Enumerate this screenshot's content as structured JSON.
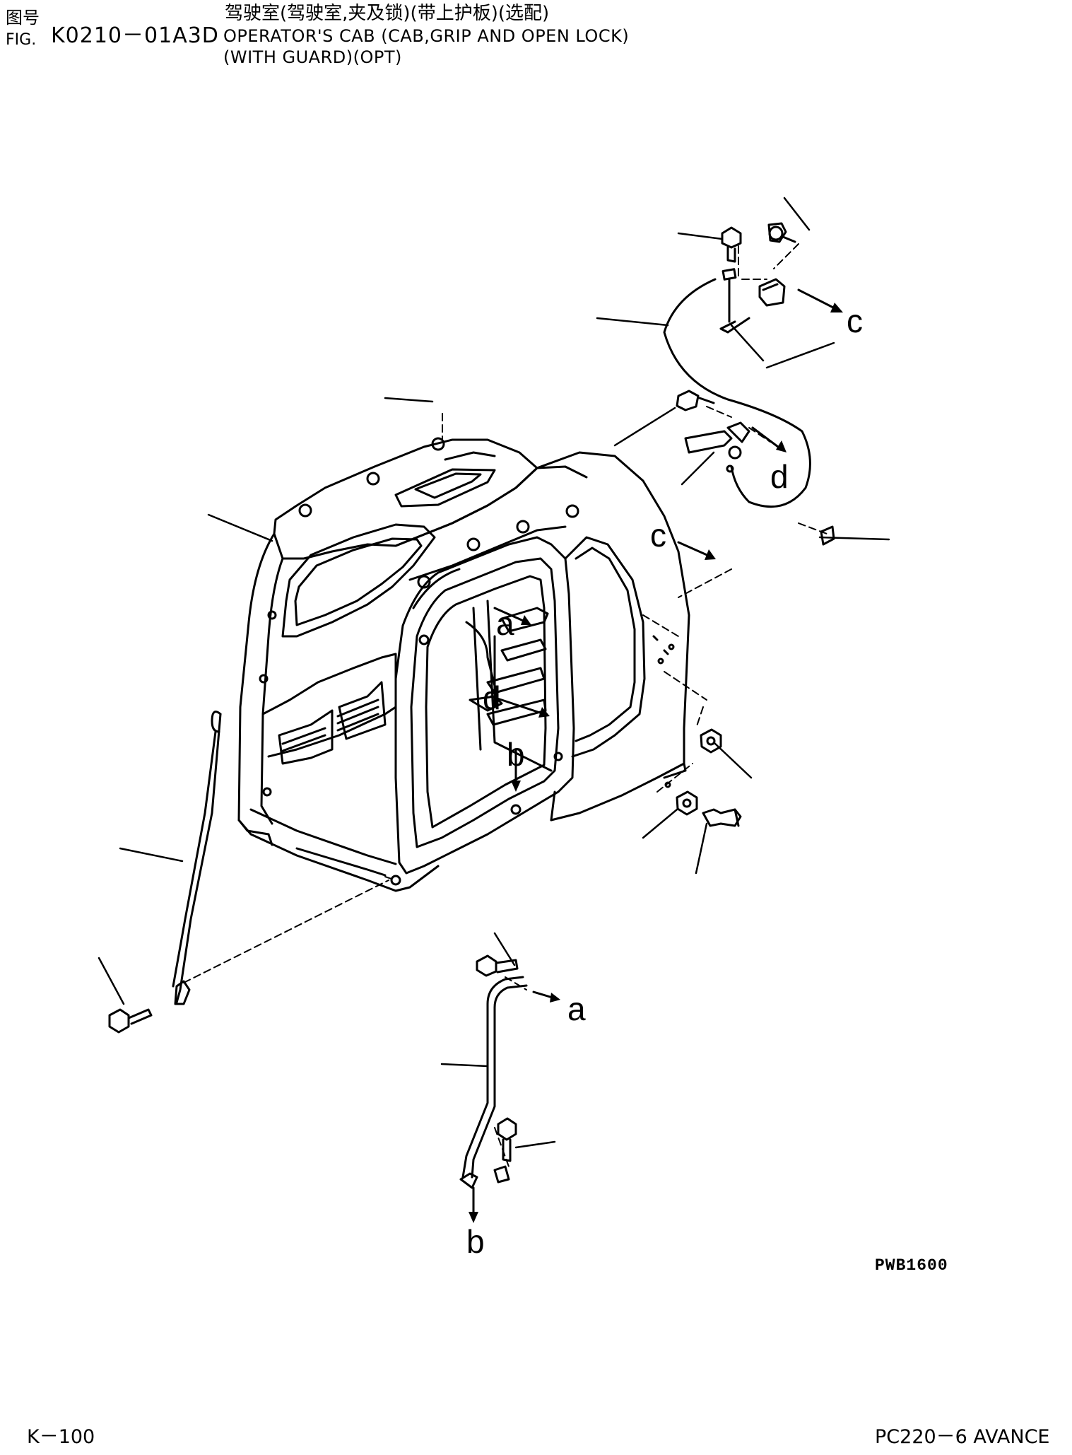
{
  "header": {
    "fig_label_cn": "图号",
    "fig_label_en": "FIG.",
    "fig_number": "K0210－01A3D",
    "title_cn": "驾驶室(驾驶室,夹及锁)(带上护板)(选配)",
    "title_en_line1": "OPERATOR'S CAB (CAB,GRIP AND OPEN LOCK)",
    "title_en_line2": "(WITH GUARD)(OPT)"
  },
  "callouts": {
    "c_upper": "c",
    "c_mid": "c",
    "d_upper": "d",
    "d_mid": "d",
    "a_mid": "a",
    "a_lower": "a",
    "b_mid": "b",
    "b_lower": "b"
  },
  "drawing_ref": "PWB1600",
  "footer": {
    "page": "K－100",
    "model": "PC220－6 AVANCE"
  }
}
